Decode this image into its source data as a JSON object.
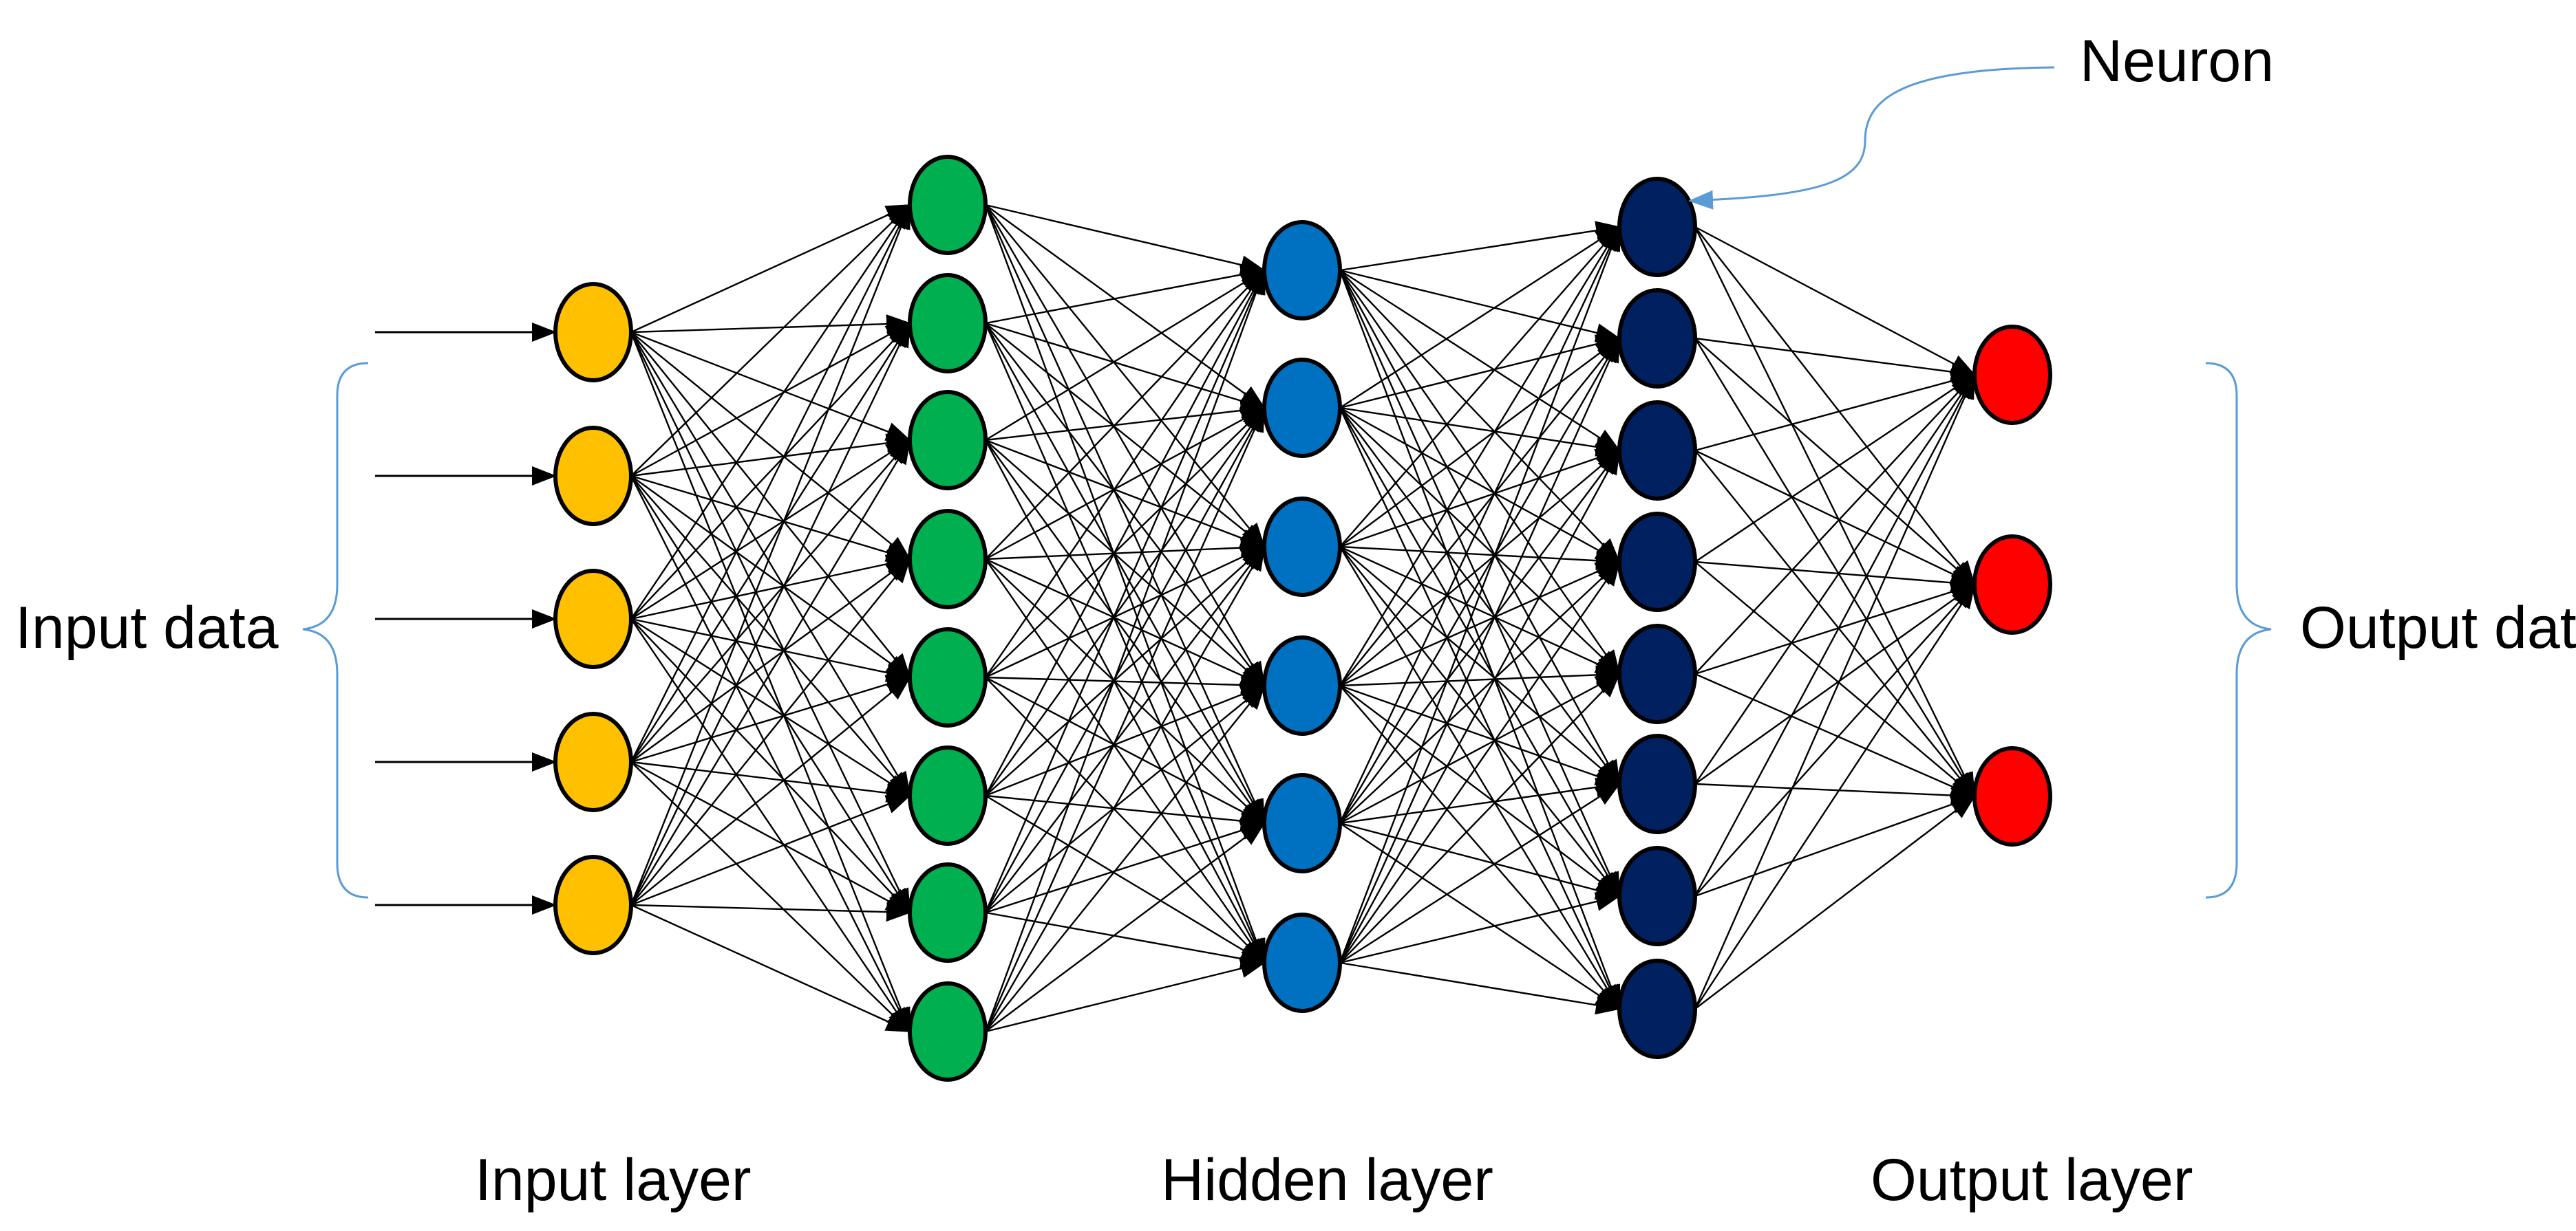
{
  "labels": {
    "input_data": "Input data",
    "output_data": "Output data",
    "neuron": "Neuron",
    "input_layer": "Input layer",
    "hidden_layer": "Hidden layer",
    "output_layer": "Output layer"
  },
  "layers": [
    {
      "name": "input",
      "neurons": 5,
      "color": "#ffc000"
    },
    {
      "name": "hidden-1",
      "neurons": 8,
      "color": "#00b050"
    },
    {
      "name": "hidden-2",
      "neurons": 6,
      "color": "#0070c0"
    },
    {
      "name": "hidden-3",
      "neurons": 8,
      "color": "#002060"
    },
    {
      "name": "output",
      "neurons": 3,
      "color": "#ff0000"
    }
  ],
  "colors": {
    "edge": "#000000",
    "brace": "#5b9bd5",
    "callout": "#5b9bd5"
  }
}
